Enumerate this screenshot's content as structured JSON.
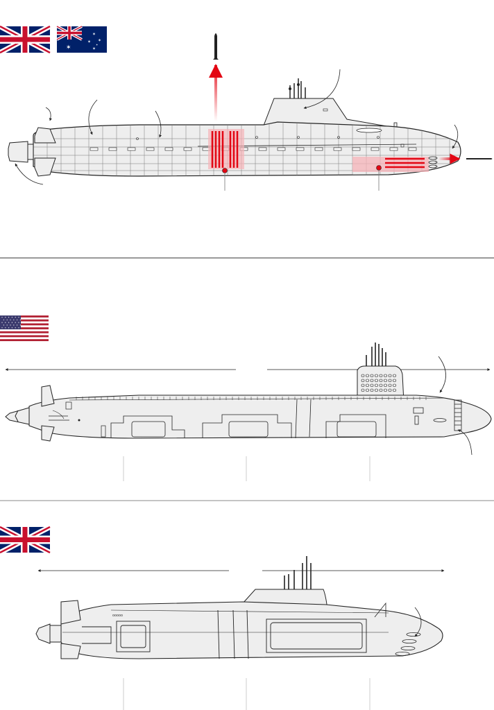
{
  "sections": [
    {
      "id": "aukus",
      "flags": [
        "uk-flag",
        "australia-flag"
      ],
      "features": [
        "ballistic-missile-launch",
        "torpedo-launch"
      ]
    },
    {
      "id": "us",
      "flags": [
        "us-flag"
      ]
    },
    {
      "id": "uk",
      "flags": [
        "uk-flag"
      ]
    }
  ],
  "colors": {
    "hull_fill": "#eeeeee",
    "hull_line": "#222222",
    "grid_line": "#555555",
    "highlight_red": "#e30613",
    "highlight_pink": "#f6b3b8",
    "divider": "#333333",
    "guide": "#cccccc",
    "flag_blue": "#012169",
    "flag_red": "#c8102e",
    "us_red": "#b22234",
    "us_blue": "#3c3b6e"
  }
}
